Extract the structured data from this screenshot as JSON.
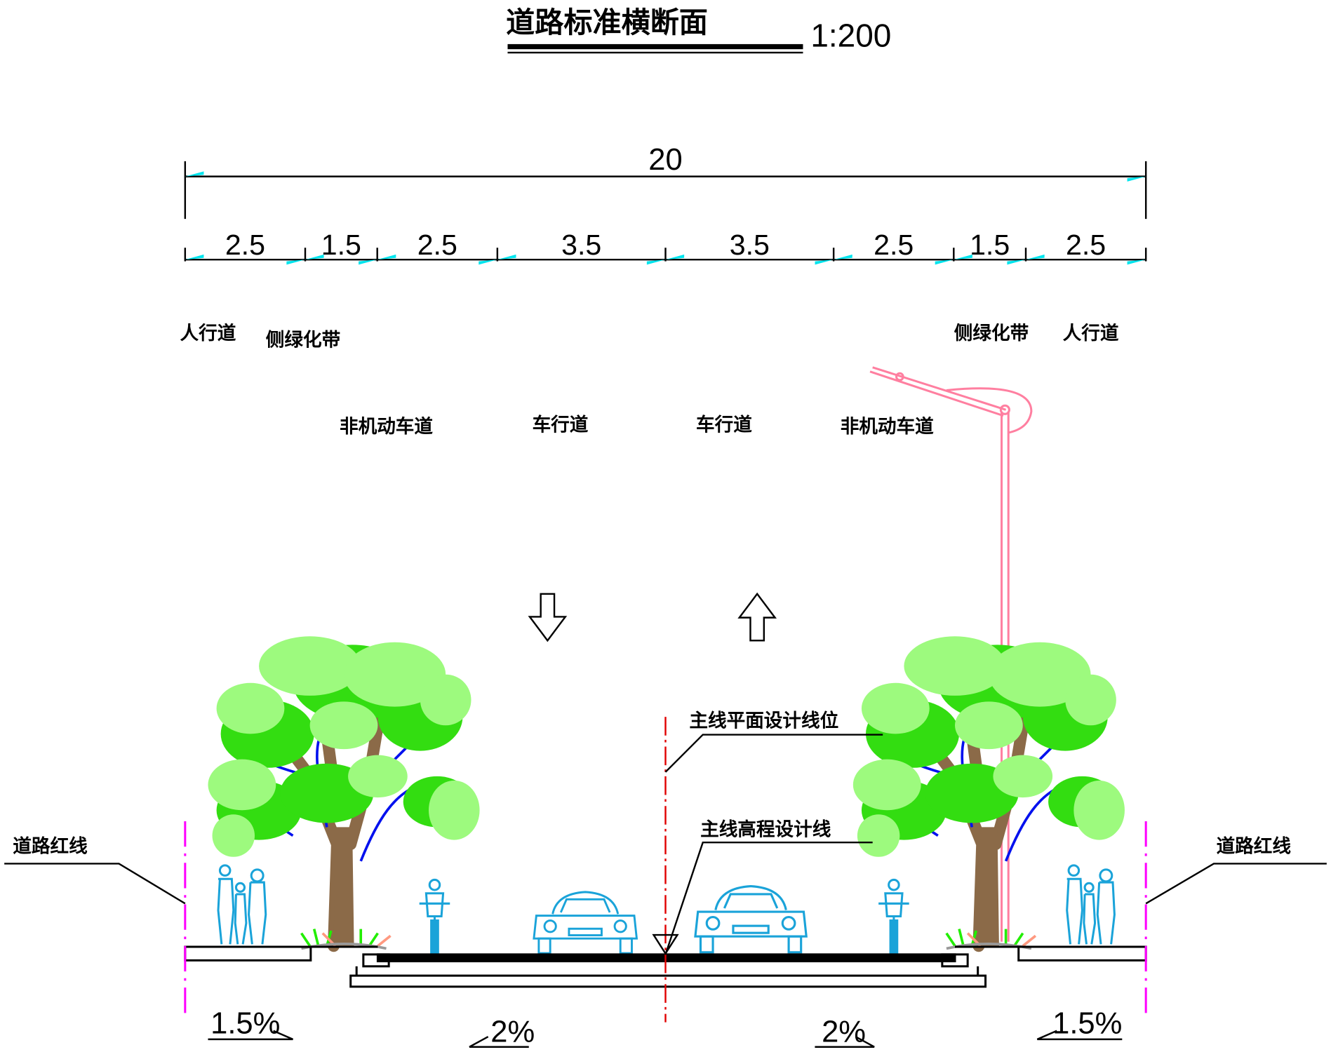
{
  "title": "道路标准横断面",
  "scale": "1:200",
  "total_width": "20",
  "segments": [
    {
      "width": 2.5,
      "label": "2.5"
    },
    {
      "width": 1.5,
      "label": "1.5"
    },
    {
      "width": 2.5,
      "label": "2.5"
    },
    {
      "width": 3.5,
      "label": "3.5"
    },
    {
      "width": 3.5,
      "label": "3.5"
    },
    {
      "width": 2.5,
      "label": "2.5"
    },
    {
      "width": 1.5,
      "label": "1.5"
    },
    {
      "width": 2.5,
      "label": "2.5"
    }
  ],
  "zone_labels": {
    "sidewalk_left": "人行道",
    "green_belt_left": "侧绿化带",
    "bike_lane_left": "非机动车道",
    "carriageway_left": "车行道",
    "carriageway_right": "车行道",
    "bike_lane_right": "非机动车道",
    "green_belt_right": "侧绿化带",
    "sidewalk_right": "人行道"
  },
  "annotations": {
    "red_line_left": "道路红线",
    "red_line_right": "道路红线",
    "plan_centerline": "主线平面设计线位",
    "profile_line": "主线高程设计线"
  },
  "slopes": {
    "left_sidewalk": "1.5%",
    "left_road": "2%",
    "right_road": "2%",
    "right_sidewalk": "1.5%"
  },
  "colors": {
    "dimension_arrow": "#00e5ee",
    "red_line": "#ff00ff",
    "centerline": "#e00000",
    "lamp": "#ff7fa0",
    "figures": "#1aa3d9",
    "foliage_light": "#9dfa7e",
    "foliage_dark": "#33dd11",
    "trunk": "#8b6a48",
    "branches": "#0010ee"
  }
}
